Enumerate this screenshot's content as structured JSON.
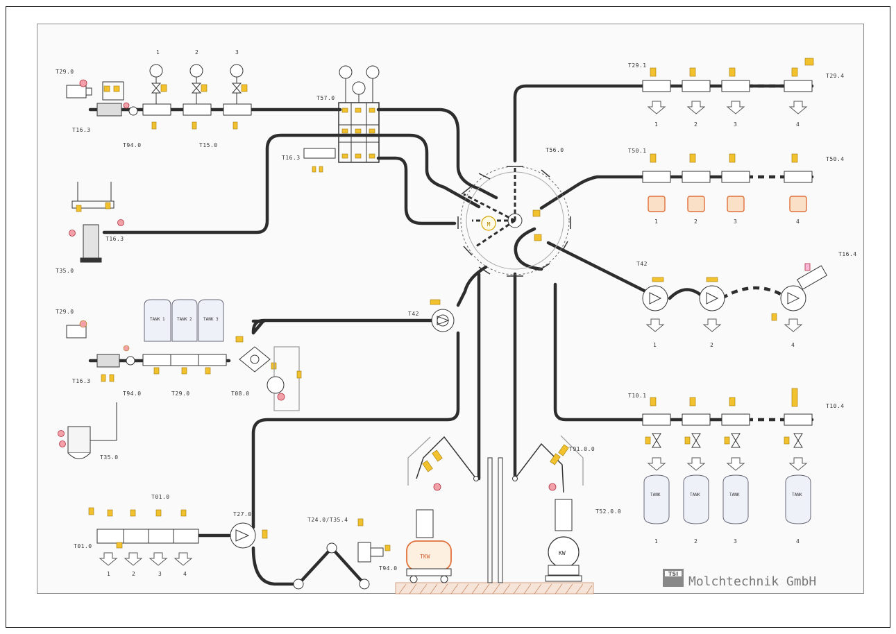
{
  "diagram": {
    "brand": {
      "logo_mark": "TSI",
      "company": "Molchtechnik GmbH"
    },
    "center": {
      "hub_label": "T56.0",
      "hub_symbol": "M"
    },
    "labels": {
      "t29_top": "T29.0",
      "t16_top": "T16.3",
      "t94_top": "T94.0",
      "t15_top": "T15.0",
      "t57": "T57.0",
      "t16_mid": "T16.3",
      "t35_top": "T35.0",
      "t16_left": "T16.3",
      "t29_mid": "T29.0",
      "t16_low": "T16.3",
      "t94_low": "T94.0",
      "t29_low": "T29.0",
      "t08": "T08.0",
      "t35_low": "T35.0",
      "t01": "T01.0",
      "t01_left": "T01.0",
      "t27": "T27.0",
      "t24": "T24.0/T35.4",
      "t94_bottom": "T94.0",
      "t42_mid": "T42",
      "t29_right1": "T29.1",
      "t29_right4": "T29.4",
      "t50_1": "T50.1",
      "t50_4": "T50.4",
      "t42_right": "T42",
      "t16_4": "T16.4",
      "t10_1": "T10.1",
      "t10_4": "T10.4",
      "t91": "T91.0.0",
      "t52": "T52.0.0",
      "tank_tkw": "TKW",
      "tank_kw": "KW"
    },
    "tank_labels_top": [
      "1",
      "2",
      "3"
    ],
    "tank_labels_mid": [
      "TANK 1",
      "TANK 2",
      "TANK 3"
    ],
    "row_numbers_top": [
      "1",
      "2",
      "3",
      "4"
    ],
    "row_numbers_bottom_left": [
      "1",
      "2",
      "3",
      "4"
    ],
    "row_numbers_t42": [
      "1",
      "2",
      "4"
    ],
    "tank_right_labels": [
      "TANK",
      "TANK",
      "TANK",
      "TANK"
    ],
    "colors": {
      "pipe": "#2d2d2d",
      "accent_yellow": "#f2c12e",
      "accent_pink": "#f4a0a8",
      "accent_orange": "#e0703a"
    }
  }
}
